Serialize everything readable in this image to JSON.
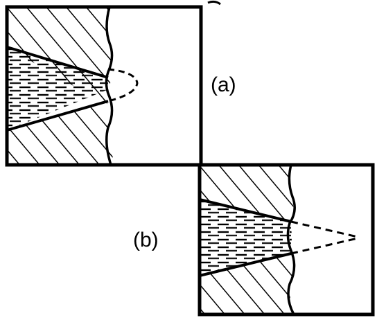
{
  "figure": {
    "panels": [
      {
        "id": "a",
        "label": "(a)"
      },
      {
        "id": "b",
        "label": "(b)"
      }
    ]
  },
  "colors": {
    "ink": "#000000",
    "background": "#ffffff"
  }
}
